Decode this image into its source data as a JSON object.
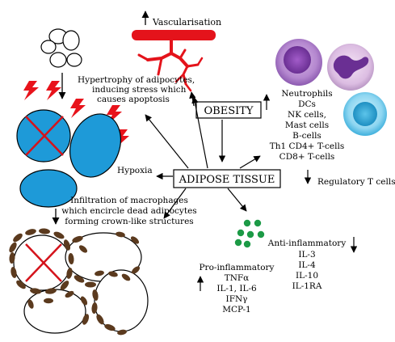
{
  "vascularisation": "Vascularisation",
  "obesity": "OBESITY",
  "adipose_tissue": "ADIPOSE TISSUE",
  "hypertrophy": [
    "Hypertrophy of adipocytes,",
    "inducing stress which",
    "causes apoptosis"
  ],
  "hypoxia": "Hypoxia",
  "infiltration": [
    "Infiltration of macrophages",
    "which encircle dead adipocytes",
    "forming crown-like structures"
  ],
  "immune_cells_up": [
    "Neutrophils",
    "DCs",
    "NK cells,",
    "Mast cells",
    "B-cells",
    "Th1 CD4+ T-cells",
    "CD8+ T-cells"
  ],
  "regulatory": "Regulatory T cells",
  "anti_inflammatory": {
    "title": "Anti-inflammatory",
    "items": [
      "IL-3",
      "IL-4",
      "IL-10",
      "IL-1RA"
    ]
  },
  "pro_inflammatory": {
    "title": "Pro-inflammatory",
    "items": [
      "TNFα",
      "IL-1, IL-6",
      "IFNγ",
      "MCP-1"
    ]
  },
  "colors": {
    "vessel": "#e4131b",
    "adipocyte": "#1e9ad8",
    "cross": "#d4131b",
    "macrophage": "#5b3a1e",
    "cytokine": "#1c9a46",
    "lightning": "#e8131b"
  }
}
